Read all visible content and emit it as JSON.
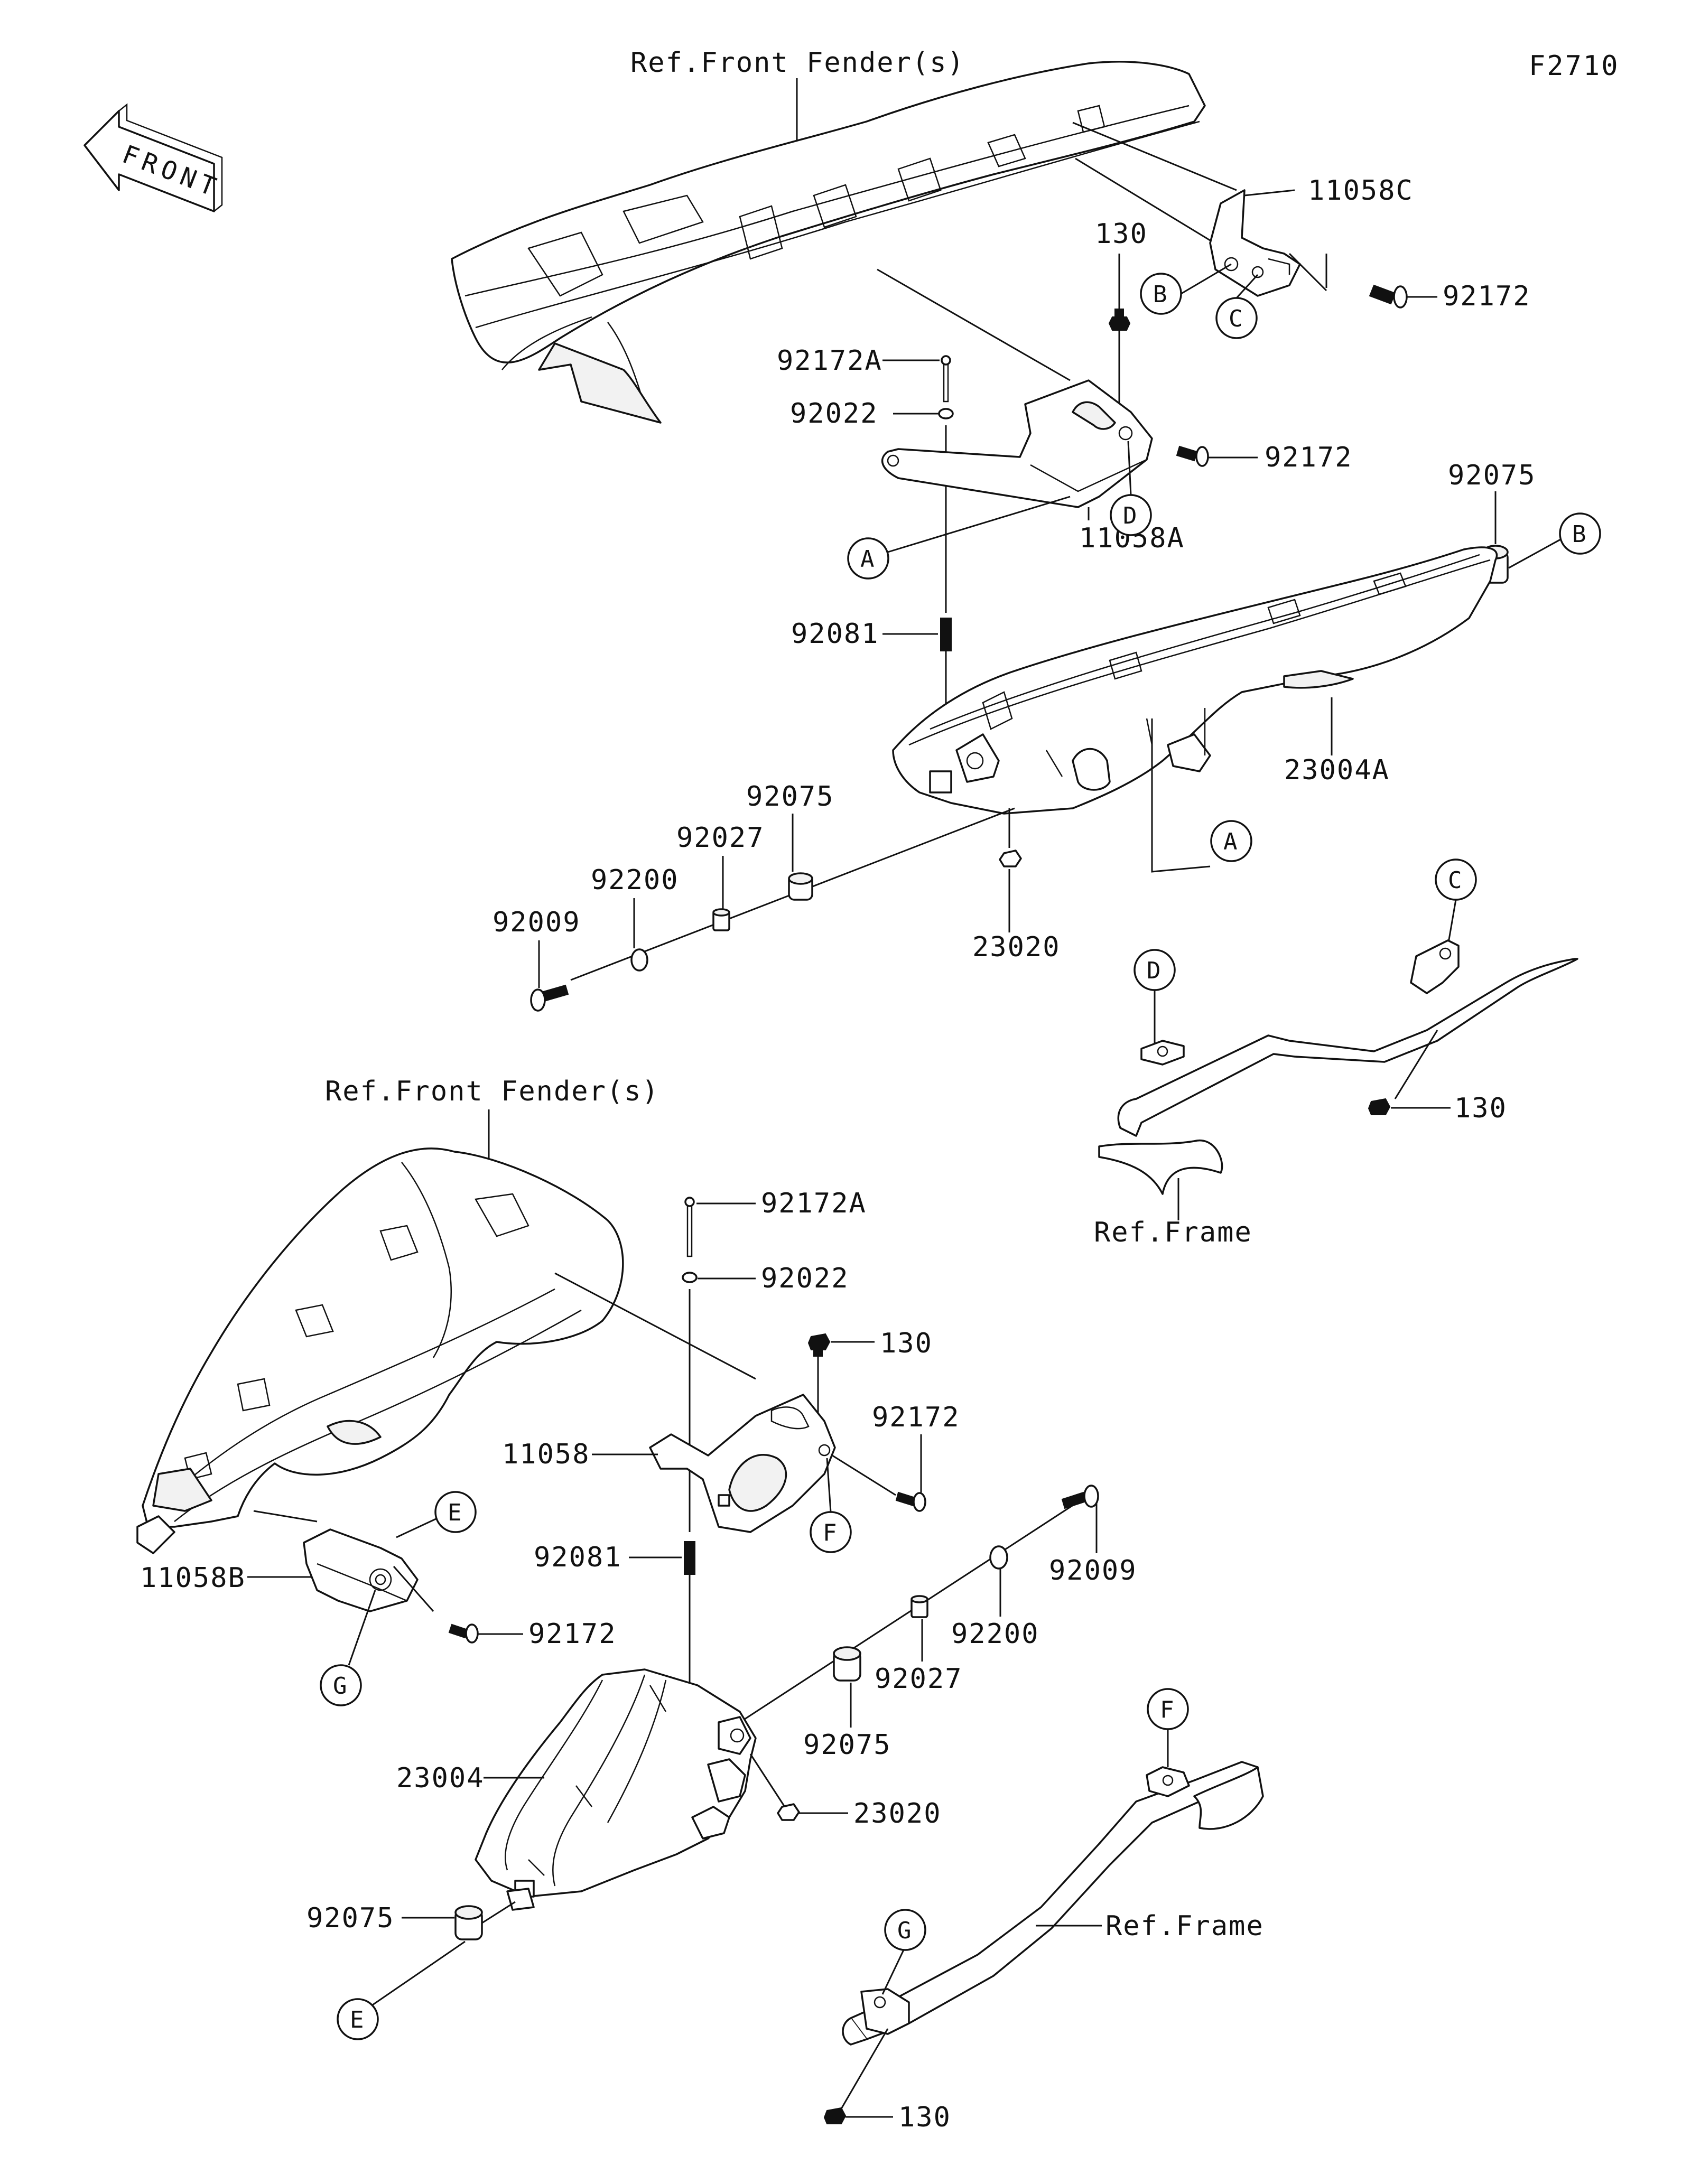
{
  "diagram": {
    "code": "F2710",
    "front_arrow_label": "FRONT",
    "references": {
      "front_fender_top": "Ref.Front Fender(s)",
      "front_fender_bottom": "Ref.Front Fender(s)",
      "frame_top": "Ref.Frame",
      "frame_bottom": "Ref.Frame"
    },
    "parts": {
      "p11058C": "11058C",
      "p92172_a": "92172",
      "p130_a": "130",
      "p92172A_a": "92172A",
      "p92022_a": "92022",
      "p92172_b": "92172",
      "p11058A": "11058A",
      "p92075_a": "92075",
      "p92081_a": "92081",
      "p23004A": "23004A",
      "p92075_b": "92075",
      "p92027_a": "92027",
      "p92200_a": "92200",
      "p92009_a": "92009",
      "p23020_a": "23020",
      "p130_b": "130",
      "p92172A_b": "92172A",
      "p92022_b": "92022",
      "p130_c": "130",
      "p11058": "11058",
      "p92172_c": "92172",
      "p92081_b": "92081",
      "p92009_b": "92009",
      "p92200_b": "92200",
      "p11058B": "11058B",
      "p92172_d": "92172",
      "p92027_b": "92027",
      "p92075_c": "92075",
      "p23004": "23004",
      "p23020_b": "23020",
      "p92075_d": "92075",
      "p130_d": "130"
    },
    "markers": {
      "B1": "B",
      "C1": "C",
      "D1": "D",
      "A1": "A",
      "B2": "B",
      "A2": "A",
      "C2": "C",
      "D2": "D",
      "E1": "E",
      "F1": "F",
      "G1": "G",
      "F2": "F",
      "G2": "G",
      "E2": "E"
    }
  }
}
